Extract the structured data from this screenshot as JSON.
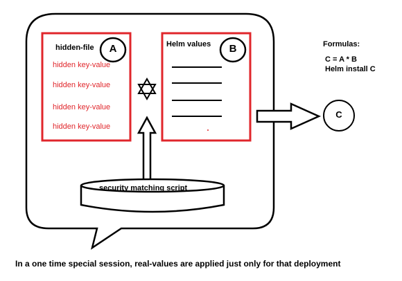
{
  "box_a": {
    "title": "hidden-file",
    "circle_label": "A",
    "items": [
      "hidden key-value",
      "hidden key-value",
      "hidden key-value",
      "hidden key-value"
    ]
  },
  "box_b": {
    "title": "Helm values",
    "circle_label": "B",
    "line_count": 4
  },
  "output": {
    "circle_label": "C"
  },
  "formulas": {
    "title": "Formulas:",
    "lines": [
      "C = A * B",
      "Helm install C"
    ]
  },
  "script": {
    "label": "security matching script"
  },
  "caption": "In a one time special session, real-values are applied just only for that deployment",
  "colors": {
    "box_border": "#e0262b",
    "hidden_text": "#e0262b",
    "outline": "#000000"
  },
  "icons": {
    "star": "six-pointed-star-icon"
  }
}
